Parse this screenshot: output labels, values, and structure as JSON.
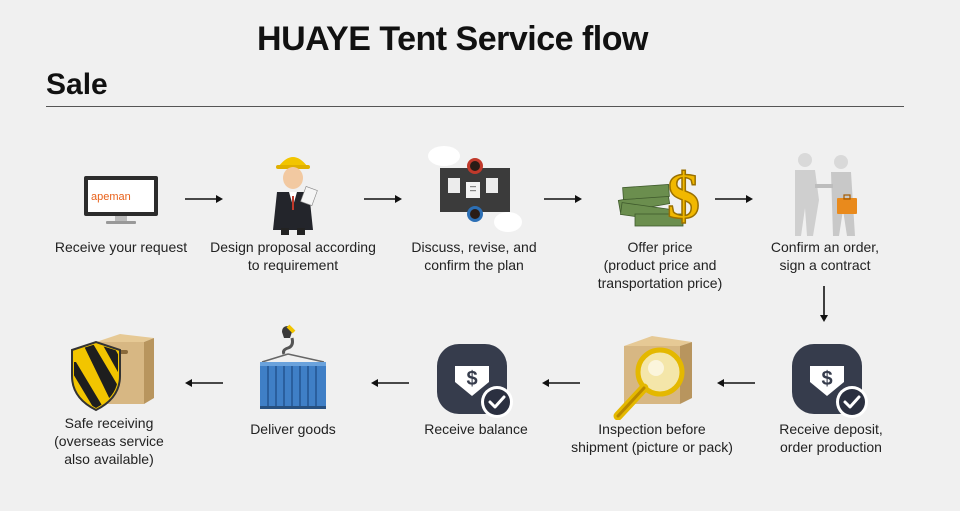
{
  "title": "HUAYE Tent Service flow",
  "section": "Sale",
  "monitor_brand": "apeman",
  "steps": [
    {
      "label": "Receive your request"
    },
    {
      "label": "Design proposal according\nto requirement"
    },
    {
      "label": "Discuss, revise, and\nconfirm the plan"
    },
    {
      "label": "Offer price\n(product price and\ntransportation price)"
    },
    {
      "label": "Confirm an order,\nsign a contract"
    },
    {
      "label": "Receive deposit,\norder production"
    },
    {
      "label": "Inspection before\nshipment (picture or pack)"
    },
    {
      "label": "Receive balance"
    },
    {
      "label": "Deliver goods"
    },
    {
      "label": "Safe receiving\n(overseas service\nalso available)"
    }
  ],
  "icons": [
    "monitor-icon",
    "engineer-icon",
    "meeting-icon",
    "money-icon",
    "handshake-icon",
    "payment-icon",
    "inspection-icon",
    "payment-icon",
    "container-icon",
    "safe-box-icon"
  ],
  "colors": {
    "background": "#f0f0f0",
    "text": "#222222",
    "payment_badge": "#363c4c",
    "check_badge": "#2b3040"
  }
}
